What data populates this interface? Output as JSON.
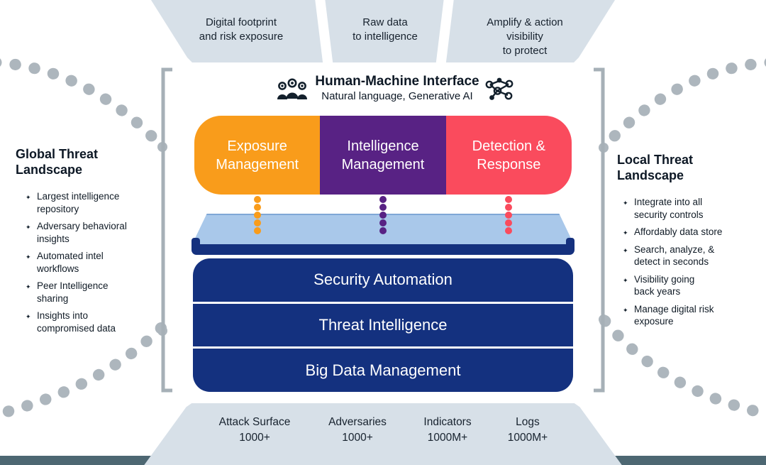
{
  "top_banner": {
    "segments": [
      "Digital footprint\nand risk exposure",
      "Raw data\nto intelligence",
      "Amplify & action visibility\nto protect"
    ]
  },
  "hmi": {
    "title": "Human-Machine Interface",
    "subtitle": "Natural language, Generative AI",
    "left_icon": "people-group-icon",
    "right_icon": "network-nodes-icon"
  },
  "pillars": [
    {
      "label": "Exposure\nManagement",
      "color": "#f99c1b"
    },
    {
      "label": "Intelligence\nManagement",
      "color": "#582284"
    },
    {
      "label": "Detection &\nResponse",
      "color": "#fa4b5d"
    }
  ],
  "platform_layers": [
    "Security Automation",
    "Threat Intelligence",
    "Big Data Management"
  ],
  "left_panel": {
    "title": "Global Threat\nLandscape",
    "items": [
      "Largest intelligence\nrepository",
      "Adversary behavioral\ninsights",
      "Automated intel\nworkflows",
      "Peer Intelligence\nsharing",
      "Insights into\ncompromised data"
    ]
  },
  "right_panel": {
    "title": "Local Threat\nLandscape",
    "items": [
      "Integrate into all\nsecurity controls",
      "Affordably data store",
      "Search, analyze, &\ndetect in seconds",
      "Visibility going\nback years",
      "Manage digital risk\nexposure"
    ]
  },
  "bottom_banner": {
    "stats": [
      {
        "label": "Attack Surface",
        "value": "1000+"
      },
      {
        "label": "Adversaries",
        "value": "1000+"
      },
      {
        "label": "Indicators",
        "value": "1000M+"
      },
      {
        "label": "Logs",
        "value": "1000M+"
      }
    ]
  },
  "bullet_glyph": "✦",
  "colors": {
    "layer_navy": "#14317f",
    "platform_blue": "#a9c8ea",
    "banner_gray": "#d7e0e8",
    "bottom_strip_slate": "#4d6772",
    "decor_gray": "#adb6bd",
    "text_dark": "#101b26"
  }
}
